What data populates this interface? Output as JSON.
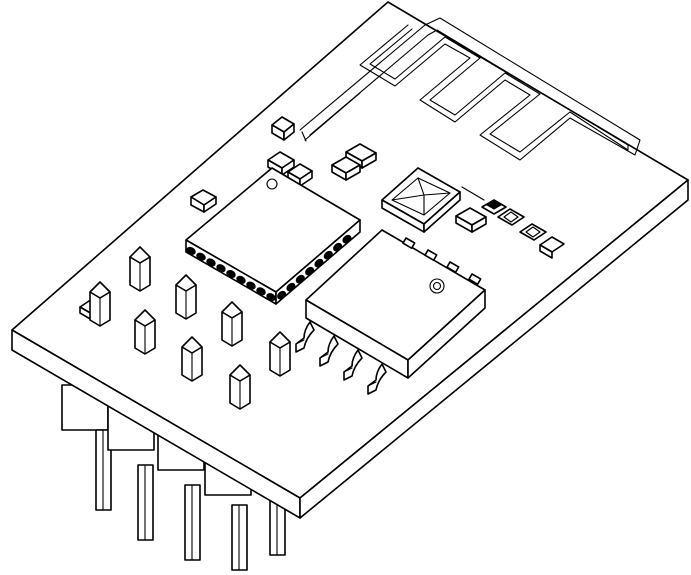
{
  "figure": {
    "subject": "wifi-module-pcb-isometric",
    "style": "black line art on white",
    "colors": {
      "line": "#000000",
      "background": "#ffffff",
      "shade": "#d9d9d9"
    },
    "components": {
      "antenna": "meander-trace-antenna",
      "chip_a": "qfn-package",
      "chip_b": "soic-8-package",
      "crystal": "pyramid-top-component",
      "header_pin_count": 8
    }
  }
}
